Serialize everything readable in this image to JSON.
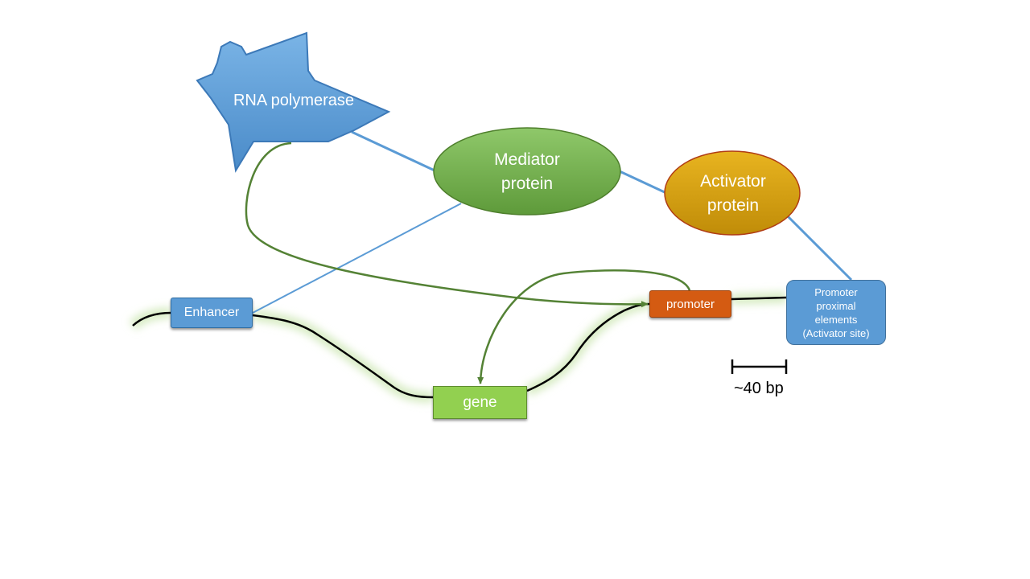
{
  "labels": {
    "rna_polymerase": "RNA polymerase",
    "mediator_line1": "Mediator",
    "mediator_line2": "protein",
    "activator_line1": "Activator",
    "activator_line2": "protein",
    "enhancer": "Enhancer",
    "promoter": "promoter",
    "gene": "gene",
    "ppe_line1": "Promoter",
    "ppe_line2": "proximal",
    "ppe_line3": "elements",
    "ppe_line4": "(Activator site)",
    "scale": "~40 bp"
  },
  "colors": {
    "polymerase": "#5b9bd5",
    "mediator": "#70ad47",
    "activator": "#d4a017",
    "enhancer": "#5b9bd5",
    "promoter": "#d45b12",
    "gene": "#92d050",
    "ppe": "#5b9bd5",
    "connector": "#5b9bd5",
    "arrow": "#548235",
    "dna": "#000000"
  }
}
